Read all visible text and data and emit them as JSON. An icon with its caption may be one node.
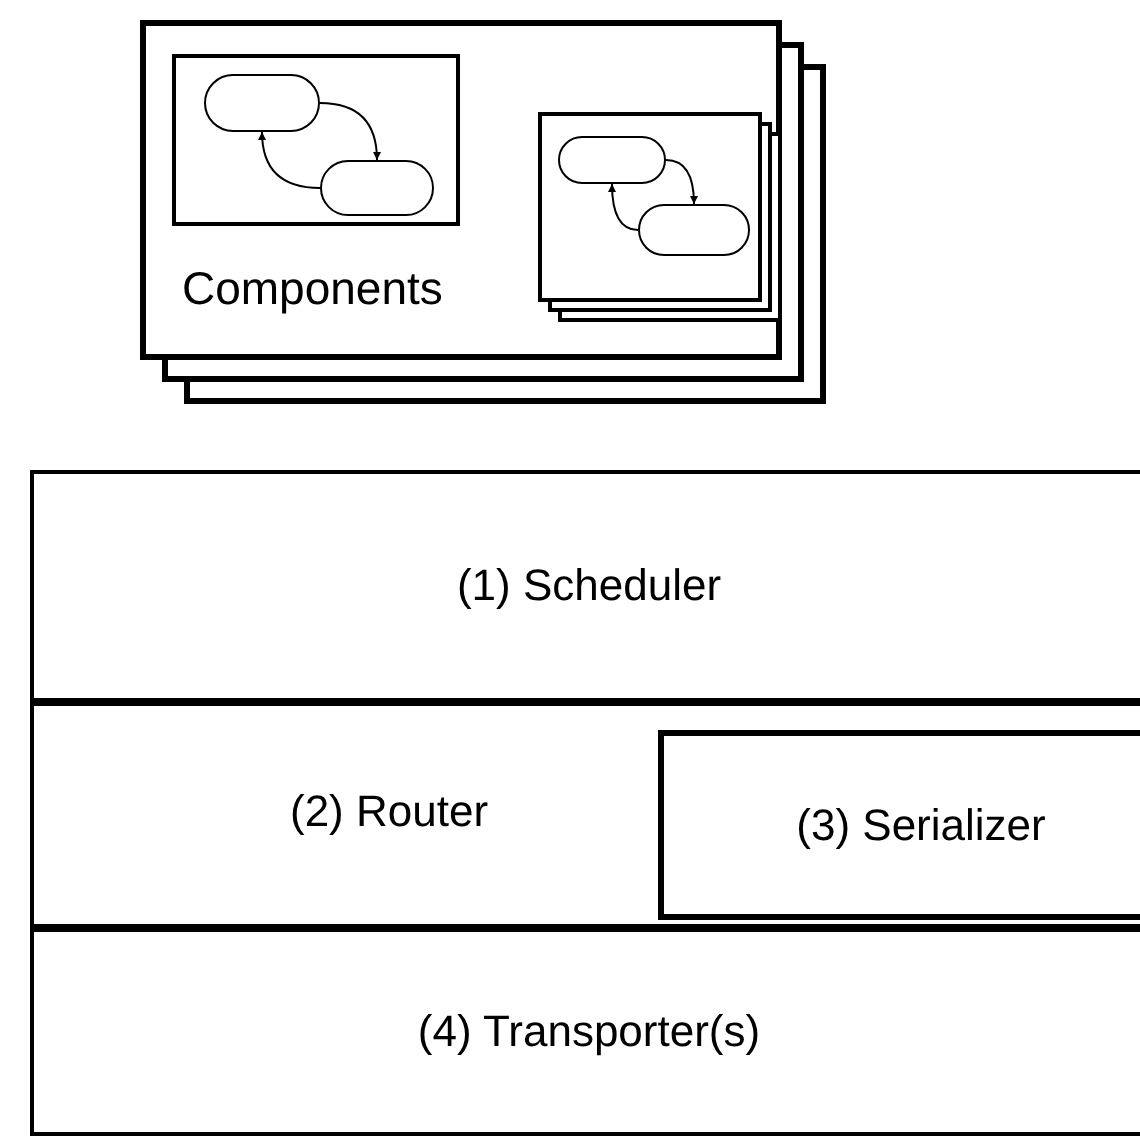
{
  "diagram": {
    "nodes": [
      {
        "text": [
          "Components"
        ]
      },
      {
        "text": [],
        "shape": "box",
        "in": 0
      },
      {
        "text": [],
        "shape": "pill",
        "in": 1
      },
      {
        "text": [],
        "shape": "pill",
        "in": 1
      },
      {
        "text": [],
        "shape": "box",
        "in": 0
      },
      {
        "text": [],
        "shape": "pill",
        "in": 4
      },
      {
        "text": [],
        "shape": "pill",
        "in": 4
      },
      {
        "text": [
          "(1) Scheduler"
        ]
      },
      {
        "text": [
          "(2) Router"
        ]
      },
      {
        "text": [
          "(3) Serializer"
        ],
        "in": 8
      },
      {
        "text": [
          "(4) Transporter(s)"
        ]
      }
    ],
    "edges": [
      {
        "from": 2,
        "to": 3,
        "arrow": "to"
      },
      {
        "from": 3,
        "to": 2,
        "arrow": "to"
      },
      {
        "from": 5,
        "to": 6,
        "arrow": "to"
      },
      {
        "from": 6,
        "to": 5,
        "arrow": "to"
      }
    ]
  }
}
